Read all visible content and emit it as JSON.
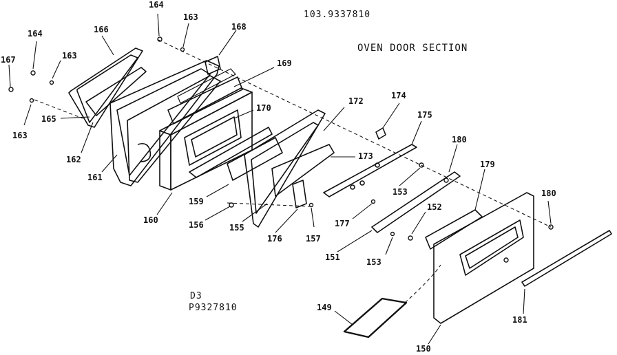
{
  "diagram": {
    "model_number": "103.9337810",
    "section_title": "OVEN DOOR SECTION",
    "footer_code_1": "D3",
    "footer_code_2": "P9327810",
    "part_labels": [
      "164",
      "163",
      "168",
      "164",
      "166",
      "163",
      "169",
      "167",
      "165",
      "163",
      "170",
      "172",
      "174",
      "175",
      "180",
      "162",
      "173",
      "179",
      "161",
      "153",
      "180",
      "152",
      "159",
      "160",
      "156",
      "155",
      "176",
      "157",
      "177",
      "151",
      "153",
      "149",
      "181",
      "150"
    ],
    "line_color": "#111111",
    "background": "#ffffff"
  }
}
